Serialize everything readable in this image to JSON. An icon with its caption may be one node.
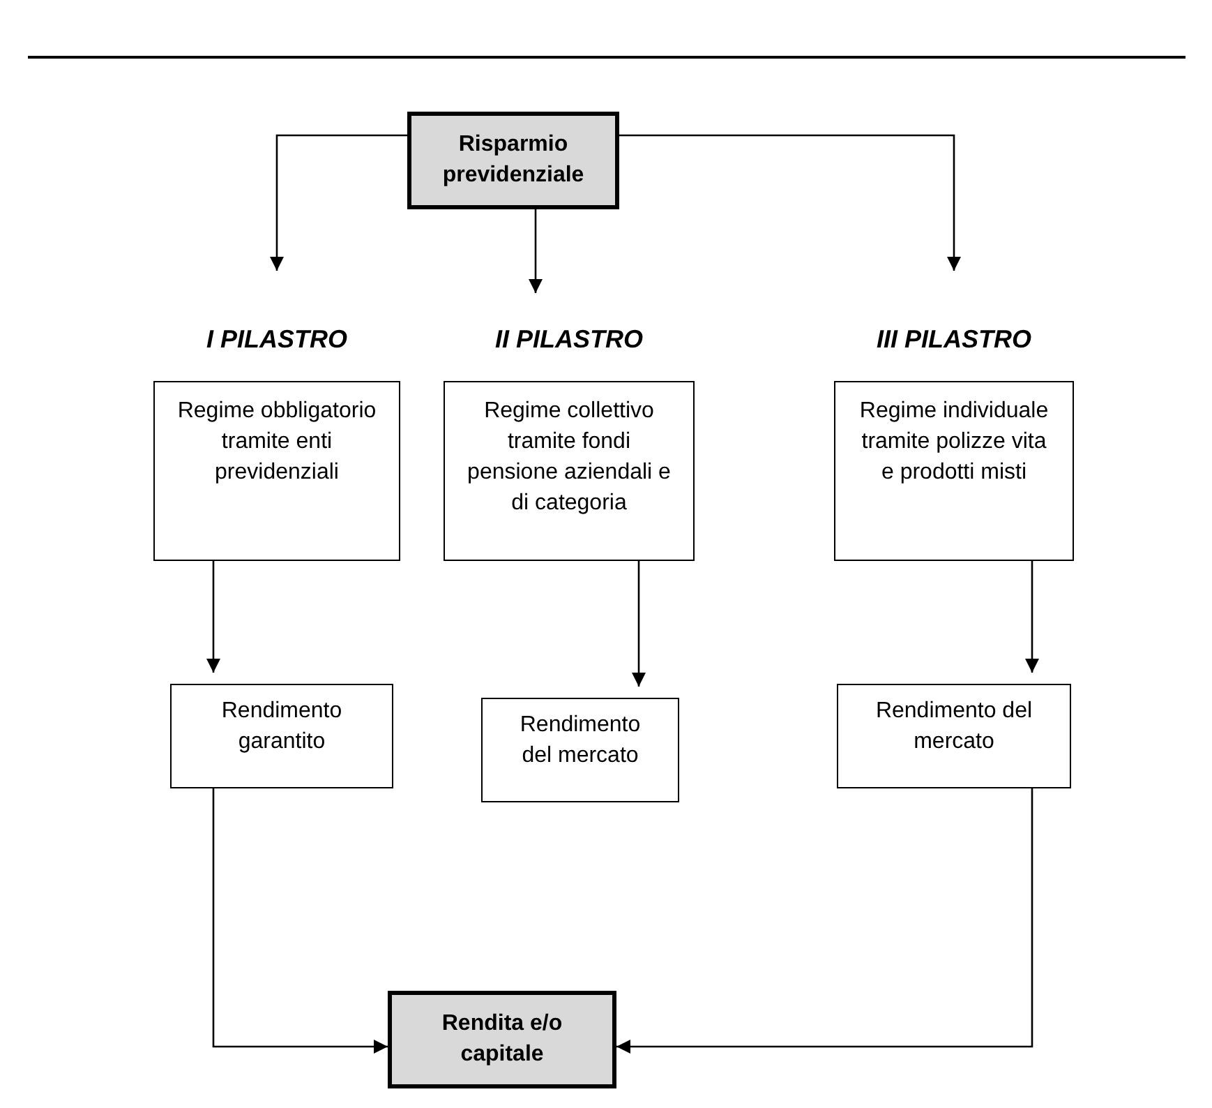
{
  "diagram": {
    "nodes": [
      {
        "text": [
          "Risparmio previdenziale"
        ]
      },
      {
        "text": [
          "I PILASTRO",
          "Regime obbligatorio tramite enti previdenziali"
        ]
      },
      {
        "text": [
          "II PILASTRO",
          "Regime collettivo tramite fondi pensione aziendali e di categoria"
        ]
      },
      {
        "text": [
          "III PILASTRO",
          "Regime individuale tramite polizze vita e prodotti misti"
        ]
      },
      {
        "text": [
          "Rendimento garantito"
        ]
      },
      {
        "text": [
          "Rendimento del mercato"
        ]
      },
      {
        "text": [
          "Rendimento del mercato"
        ]
      },
      {
        "text": [
          "Rendita e/o capitale"
        ]
      }
    ],
    "edges": [
      {
        "from": 0,
        "to": 1,
        "arrow": "to"
      },
      {
        "from": 0,
        "to": 2,
        "arrow": "to"
      },
      {
        "from": 0,
        "to": 3,
        "arrow": "to"
      },
      {
        "from": 1,
        "to": 4,
        "arrow": "to"
      },
      {
        "from": 2,
        "to": 5,
        "arrow": "to"
      },
      {
        "from": 3,
        "to": 6,
        "arrow": "to"
      },
      {
        "from": 4,
        "to": 7,
        "arrow": "to"
      },
      {
        "from": 6,
        "to": 7,
        "arrow": "to"
      }
    ]
  }
}
